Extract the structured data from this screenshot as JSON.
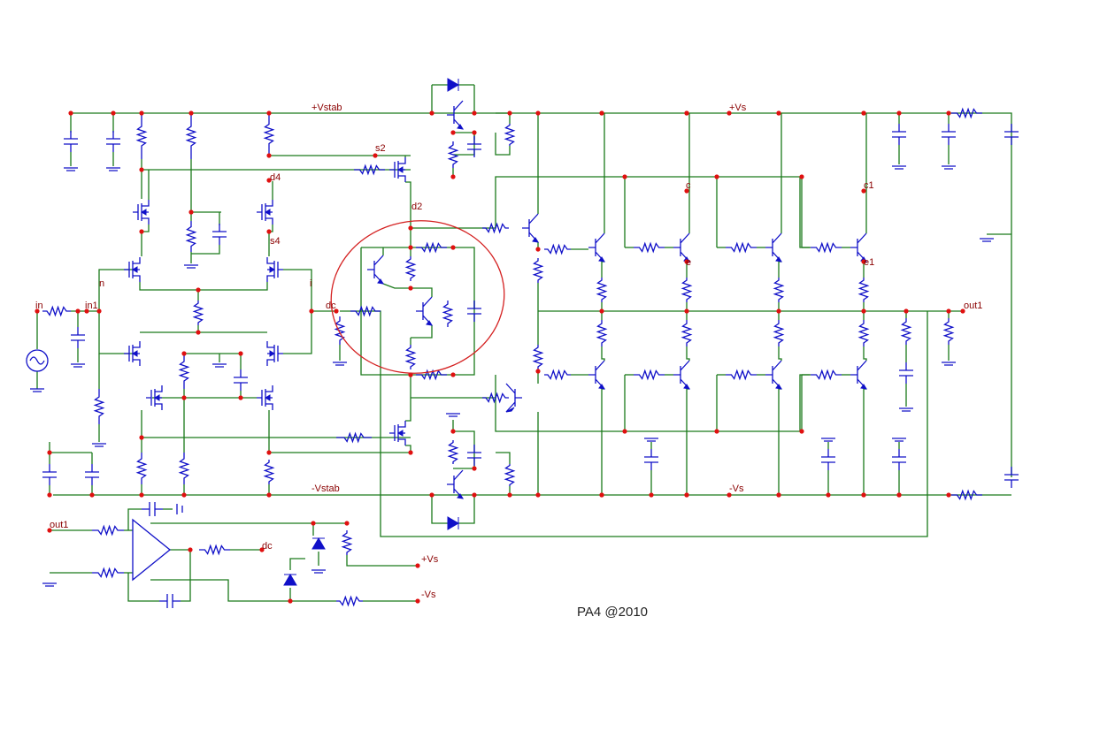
{
  "net_labels": {
    "vstab_pos": "+Vstab",
    "vstab_neg": "-Vstab",
    "vs_pos": "+Vs",
    "vs_neg": "-Vs",
    "s2": "s2",
    "d4": "d4",
    "d2": "d2",
    "s4": "s4",
    "n": "n",
    "i": "i",
    "in": "in",
    "in1": "in1",
    "dc": "dc",
    "c": "c",
    "e": "e",
    "c1": "c1",
    "e1": "e1",
    "out1": "out1",
    "servo_out1": "out1",
    "servo_dc": "dc",
    "servo_vs_pos": "+Vs",
    "servo_vs_neg": "-Vs"
  },
  "caption": "PA4 @2010",
  "colors": {
    "wire": "#1a7a1a",
    "component": "#1010c8",
    "node": "#e01010",
    "label": "#8a0000",
    "highlight_circle": "#d42020"
  }
}
